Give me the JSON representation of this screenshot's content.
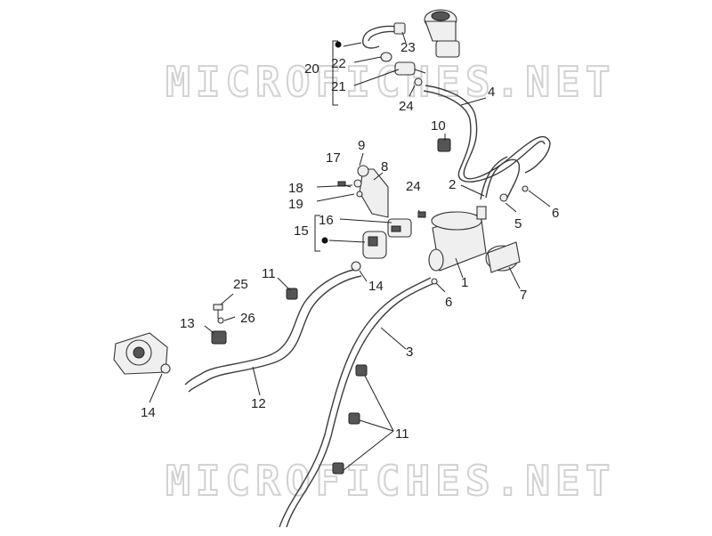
{
  "watermark": {
    "text": "MICROFICHES.NET"
  },
  "callouts": [
    {
      "id": "c1",
      "text": "1"
    },
    {
      "id": "c2",
      "text": "2"
    },
    {
      "id": "c3",
      "text": "3"
    },
    {
      "id": "c4",
      "text": "4"
    },
    {
      "id": "c5",
      "text": "5"
    },
    {
      "id": "c6a",
      "text": "6"
    },
    {
      "id": "c6b",
      "text": "6"
    },
    {
      "id": "c7",
      "text": "7"
    },
    {
      "id": "c8",
      "text": "8"
    },
    {
      "id": "c9",
      "text": "9"
    },
    {
      "id": "c10",
      "text": "10"
    },
    {
      "id": "c11a",
      "text": "11"
    },
    {
      "id": "c11b",
      "text": "11"
    },
    {
      "id": "c12",
      "text": "12"
    },
    {
      "id": "c13",
      "text": "13"
    },
    {
      "id": "c14a",
      "text": "14"
    },
    {
      "id": "c14b",
      "text": "14"
    },
    {
      "id": "c15",
      "text": "15"
    },
    {
      "id": "c16",
      "text": "16"
    },
    {
      "id": "c17",
      "text": "17"
    },
    {
      "id": "c18",
      "text": "18"
    },
    {
      "id": "c19",
      "text": "19"
    },
    {
      "id": "c20",
      "text": "20"
    },
    {
      "id": "c21",
      "text": "21"
    },
    {
      "id": "c22",
      "text": "22"
    },
    {
      "id": "c23",
      "text": "23"
    },
    {
      "id": "c24a",
      "text": "24"
    },
    {
      "id": "c24b",
      "text": "24"
    },
    {
      "id": "c25",
      "text": "25"
    },
    {
      "id": "c26",
      "text": "26"
    }
  ],
  "colors": {
    "line": "#3c3c3c",
    "watermark": "#d2d2d2",
    "label": "#222222"
  }
}
